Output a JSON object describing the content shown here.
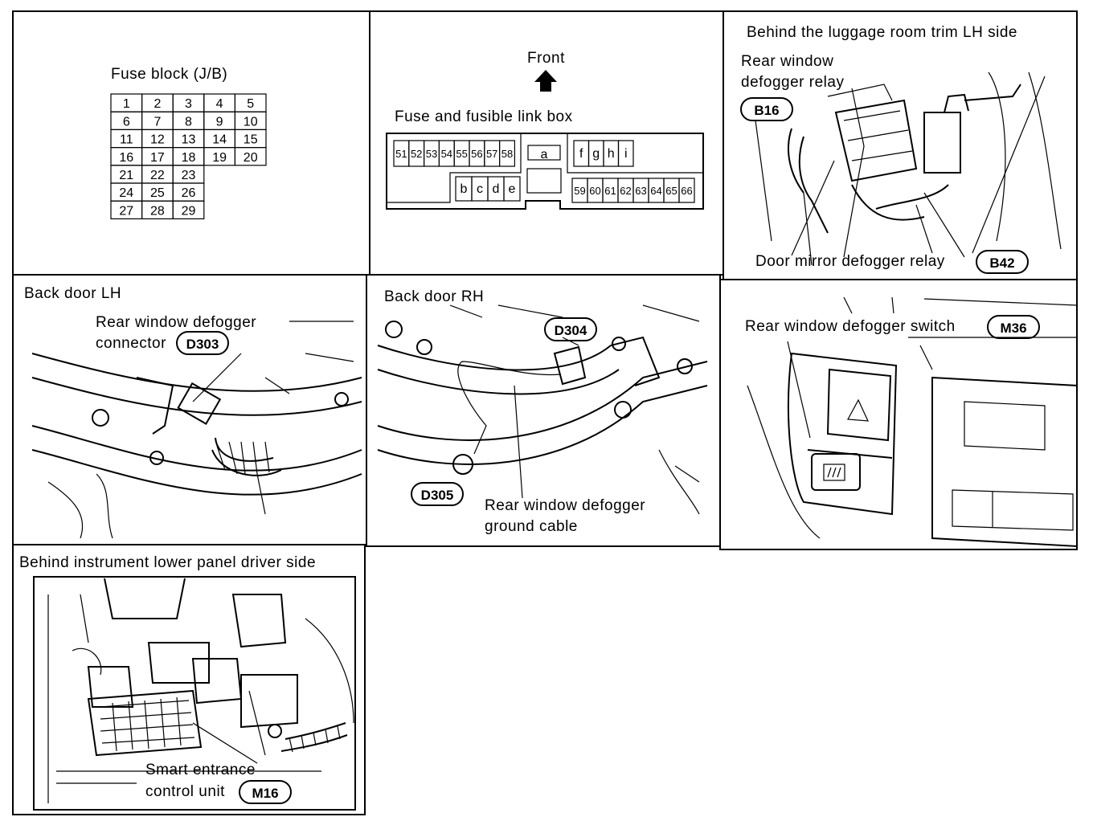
{
  "panels": {
    "fuse_block": {
      "title": "Fuse block (J/B)",
      "rows": [
        [
          "1",
          "2",
          "3",
          "4",
          "5"
        ],
        [
          "6",
          "7",
          "8",
          "9",
          "10"
        ],
        [
          "11",
          "12",
          "13",
          "14",
          "15"
        ],
        [
          "16",
          "17",
          "18",
          "19",
          "20"
        ],
        [
          "21",
          "22",
          "23"
        ],
        [
          "24",
          "25",
          "26"
        ],
        [
          "27",
          "28",
          "29"
        ]
      ]
    },
    "fusible_link": {
      "front_label": "Front",
      "title": "Fuse and fusible link box",
      "top_left": [
        "51",
        "52",
        "53",
        "54",
        "55",
        "56",
        "57",
        "58"
      ],
      "center": "a",
      "top_right": [
        "f",
        "g",
        "h",
        "i"
      ],
      "bottom_left": [
        "b",
        "c",
        "d",
        "e"
      ],
      "bottom_right": [
        "59",
        "60",
        "61",
        "62",
        "63",
        "64",
        "65",
        "66"
      ]
    },
    "luggage": {
      "title": "Behind the luggage room trim LH side",
      "relay_label_1": "Rear window",
      "relay_label_2": "defogger relay",
      "relay_badge": "B16",
      "mirror_label": "Door mirror defogger relay",
      "mirror_badge": "B42"
    },
    "back_lh": {
      "title": "Back door LH",
      "conn_label_1": "Rear window defogger",
      "conn_label_2": "connector",
      "conn_badge": "D303"
    },
    "back_rh": {
      "title": "Back door RH",
      "badge_top": "D304",
      "badge_bottom": "D305",
      "cable_label_1": "Rear window defogger",
      "cable_label_2": "ground cable"
    },
    "switch": {
      "label": "Rear window defogger switch",
      "badge": "M36"
    },
    "instrument": {
      "title": "Behind instrument lower panel driver side",
      "unit_label_1": "Smart entrance",
      "unit_label_2": "control unit",
      "unit_badge": "M16"
    }
  }
}
